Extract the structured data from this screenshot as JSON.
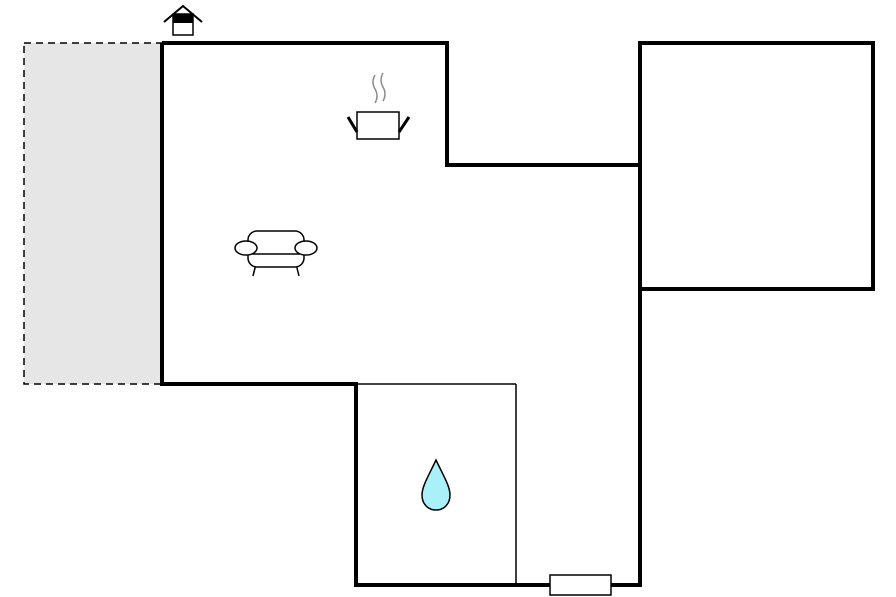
{
  "floorplan": {
    "rooms": [
      {
        "id": "main-living-area",
        "fixture_icon": "sofa-icon"
      },
      {
        "id": "kitchen-area",
        "fixture_icon": "cooking-pot-icon"
      },
      {
        "id": "bathroom",
        "fixture_icon": "water-drop-icon"
      },
      {
        "id": "side-room",
        "fixture_icon": ""
      },
      {
        "id": "terrace",
        "fixture_icon": ""
      }
    ],
    "entrance_icon": "house-entrance-icon",
    "window_icon": "window-icon",
    "colors": {
      "wall": "#000000",
      "terrace_fill": "#e6e6e6",
      "water_drop": "#aaf0f8",
      "steam": "#8a8a8a",
      "background": "#ffffff"
    }
  }
}
